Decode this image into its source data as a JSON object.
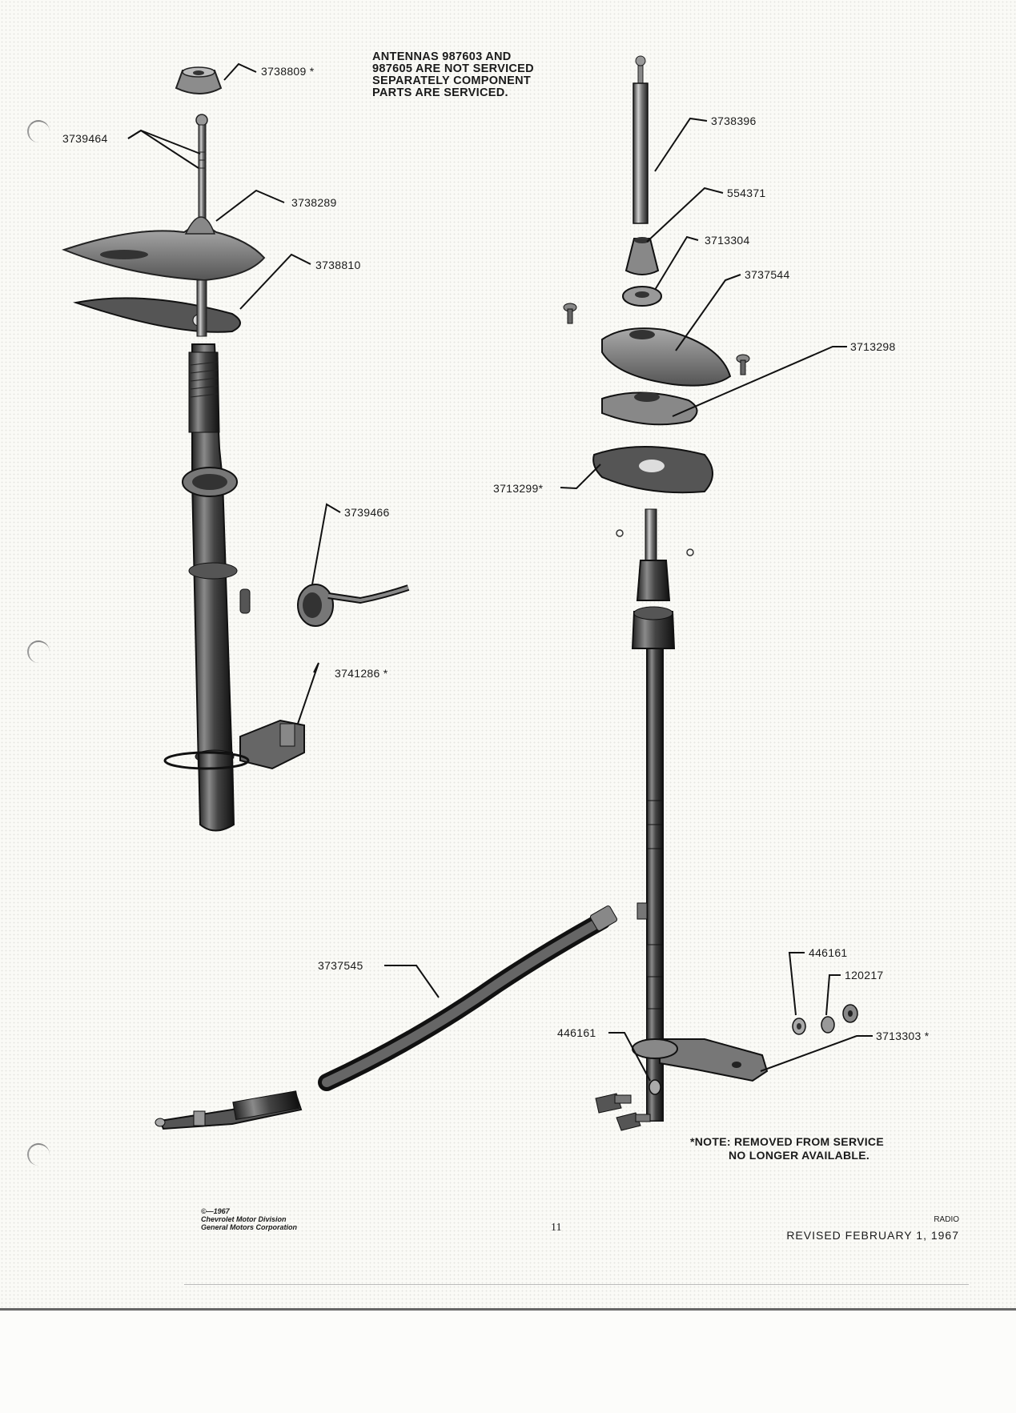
{
  "note_top": {
    "lines": [
      "ANTENNAS 987603 AND",
      "987605 ARE NOT SERVICED",
      "SEPARATELY COMPONENT",
      "PARTS ARE SERVICED."
    ]
  },
  "parts": {
    "p3738809": "3738809 *",
    "p3739464": "3739464",
    "p3738289": "3738289",
    "p3738810": "3738810",
    "p3739466": "3739466",
    "p3741286": "3741286 *",
    "p3738396": "3738396",
    "p554371": "554371",
    "p3713304": "3713304",
    "p3737544": "3737544",
    "p3713298": "3713298",
    "p3713299": "3713299*",
    "p3737545": "3737545",
    "p446161a": "446161",
    "p120217": "120217",
    "p3713303": "3713303 *",
    "p446161b": "446161"
  },
  "note_bottom": {
    "line1": "*NOTE:  REMOVED FROM SERVICE",
    "line2": "NO LONGER AVAILABLE."
  },
  "footer": {
    "copyright": "©—1967",
    "division": "Chevrolet Motor Division",
    "corporation": "General Motors Corporation",
    "page_number": "11",
    "section": "RADIO",
    "revised": "REVISED FEBRUARY 1, 1967"
  }
}
